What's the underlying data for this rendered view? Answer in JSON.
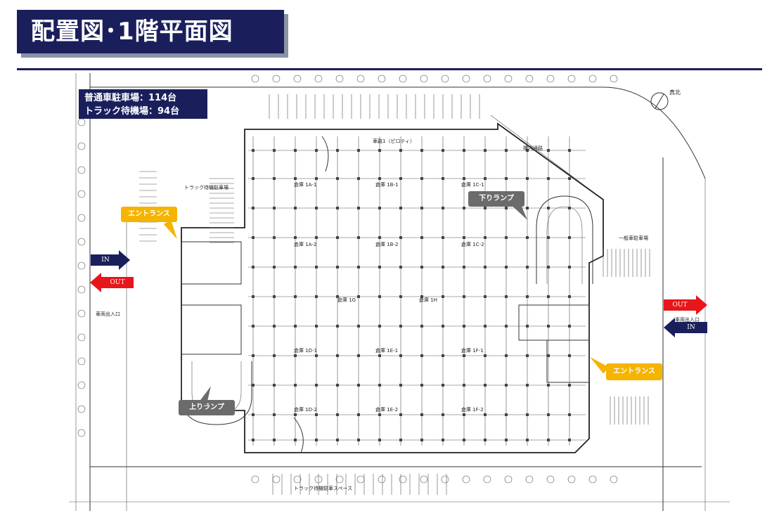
{
  "title": "配置図･1階平面図",
  "parking": {
    "line1": "普通車駐車場：114台",
    "line2": "トラック待機場：94台"
  },
  "callouts": {
    "entrance_left": "エントランス",
    "entrance_right": "エントランス",
    "ramp_down": "下りランプ",
    "ramp_up": "上りランプ"
  },
  "arrows": {
    "left_in": "IN",
    "left_out": "OUT",
    "right_out": "OUT",
    "right_in": "IN"
  },
  "plan_labels": {
    "north": "真北",
    "pilotis": "車路1（ピロティ）",
    "site_road": "構内通路",
    "warehouse_1a1": "倉庫 1A-1",
    "warehouse_1b1": "倉庫 1B-1",
    "warehouse_1c1": "倉庫 1C-1",
    "warehouse_1a2": "倉庫 1A-2",
    "warehouse_1b2": "倉庫 1B-2",
    "warehouse_1c2": "倉庫 1C-2",
    "warehouse_1g": "倉庫 1G",
    "warehouse_1h": "倉庫 1H",
    "warehouse_1d1": "倉庫 1D-1",
    "warehouse_1e1": "倉庫 1E-1",
    "warehouse_1f1": "倉庫 1F-1",
    "warehouse_1d2": "倉庫 1D-2",
    "warehouse_1e2": "倉庫 1E-2",
    "warehouse_1f2": "倉庫 1F-2",
    "truck_wait_left": "トラック待機駐車場",
    "general_parking_right": "一般車駐車場",
    "truck_wait_bottom": "トラック待機駐車スペース",
    "vehicle_entrance_left": "車両出入口",
    "vehicle_entrance_right": "車両出入口"
  },
  "colors": {
    "navy": "#1a1f5c",
    "yellow": "#f5b400",
    "gray": "#6b6b6b",
    "red": "#e8151a"
  }
}
